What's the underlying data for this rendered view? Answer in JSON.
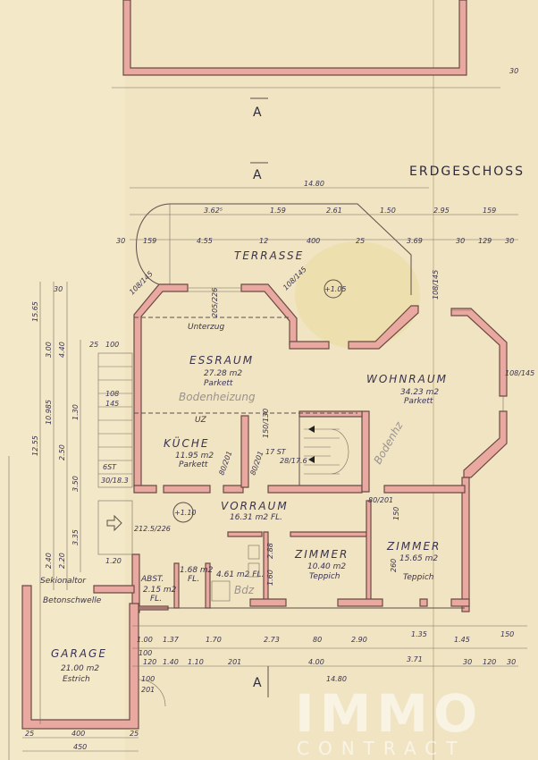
{
  "title": "ERDGESCHOSS",
  "section_marker": "A",
  "watermark": {
    "line1": "IMMO",
    "line2": "CONTRACT"
  },
  "rooms": {
    "terrasse": {
      "name": "TERRASSE"
    },
    "essraum": {
      "name": "ESSRAUM",
      "area": "27.28 m2",
      "floor": "Parkett",
      "note": "Bodenheizung",
      "beam": "Unterzug"
    },
    "wohnraum": {
      "name": "WOHNRAUM",
      "area": "34.23 m2",
      "floor": "Parkett",
      "note": "Bodenhz"
    },
    "kueche": {
      "name": "KÜCHE",
      "area": "11.95 m2",
      "floor": "Parkett",
      "beam": "UZ"
    },
    "vorraum": {
      "name": "VORRAUM",
      "area": "16.31 m2 FL."
    },
    "zimmer1": {
      "name": "ZIMMER",
      "area": "10.40 m2",
      "floor": "Teppich"
    },
    "zimmer2": {
      "name": "ZIMMER",
      "area": "15.65 m2",
      "floor": "Teppich"
    },
    "abst": {
      "name": "ABST.",
      "area": "2.15 m2",
      "floor": "FL."
    },
    "wc": {
      "area": "1.68 m2",
      "floor": "FL."
    },
    "bad": {
      "area": "4.61 m2 FL.",
      "note": "Bdz"
    },
    "garage": {
      "name": "GARAGE",
      "area": "21.00 m2",
      "floor": "Estrich",
      "door": "Sekionaltor",
      "sill": "Betonschwelle"
    }
  },
  "levels": {
    "terrace": "+1.05",
    "entry": "+1.10"
  },
  "stairs": {
    "steps": "17 ST",
    "ratio": "28/17.6"
  },
  "dims": {
    "top": [
      "14.80",
      "3.62⁵",
      "1.59",
      "2.61",
      "1.50",
      "2.95",
      "159",
      "30",
      "159",
      "4.55",
      "12",
      "400",
      "25",
      "3.69",
      "30",
      "129",
      "30",
      "30"
    ],
    "left": [
      "15.65",
      "4.40",
      "3.00",
      "12.55",
      "10.985",
      "1.30",
      "2.50",
      "3.50",
      "3.35",
      "2.40",
      "2.20",
      "6ST",
      "30/18.3",
      "1.20",
      "30",
      "25",
      "100",
      "108",
      "145"
    ],
    "bottom1": [
      "1.00",
      "1.37",
      "1.70",
      "2.73",
      "80",
      "2.90",
      "1.35",
      "1.45",
      "150"
    ],
    "bottom2": [
      "100",
      "120",
      "1.40",
      "1.10",
      "201",
      "4.00",
      "3.71",
      "30",
      "120",
      "30"
    ],
    "bottom_total": "14.80",
    "garage": [
      "25",
      "400",
      "25",
      "450",
      "100",
      "201"
    ],
    "doors": [
      "80/201",
      "80/201",
      "80/201",
      "212.5/226",
      "108/145",
      "108/145",
      "108/145",
      "150/130",
      "205/226",
      "108/145",
      "260",
      "1.60",
      "2.88",
      "150"
    ]
  }
}
